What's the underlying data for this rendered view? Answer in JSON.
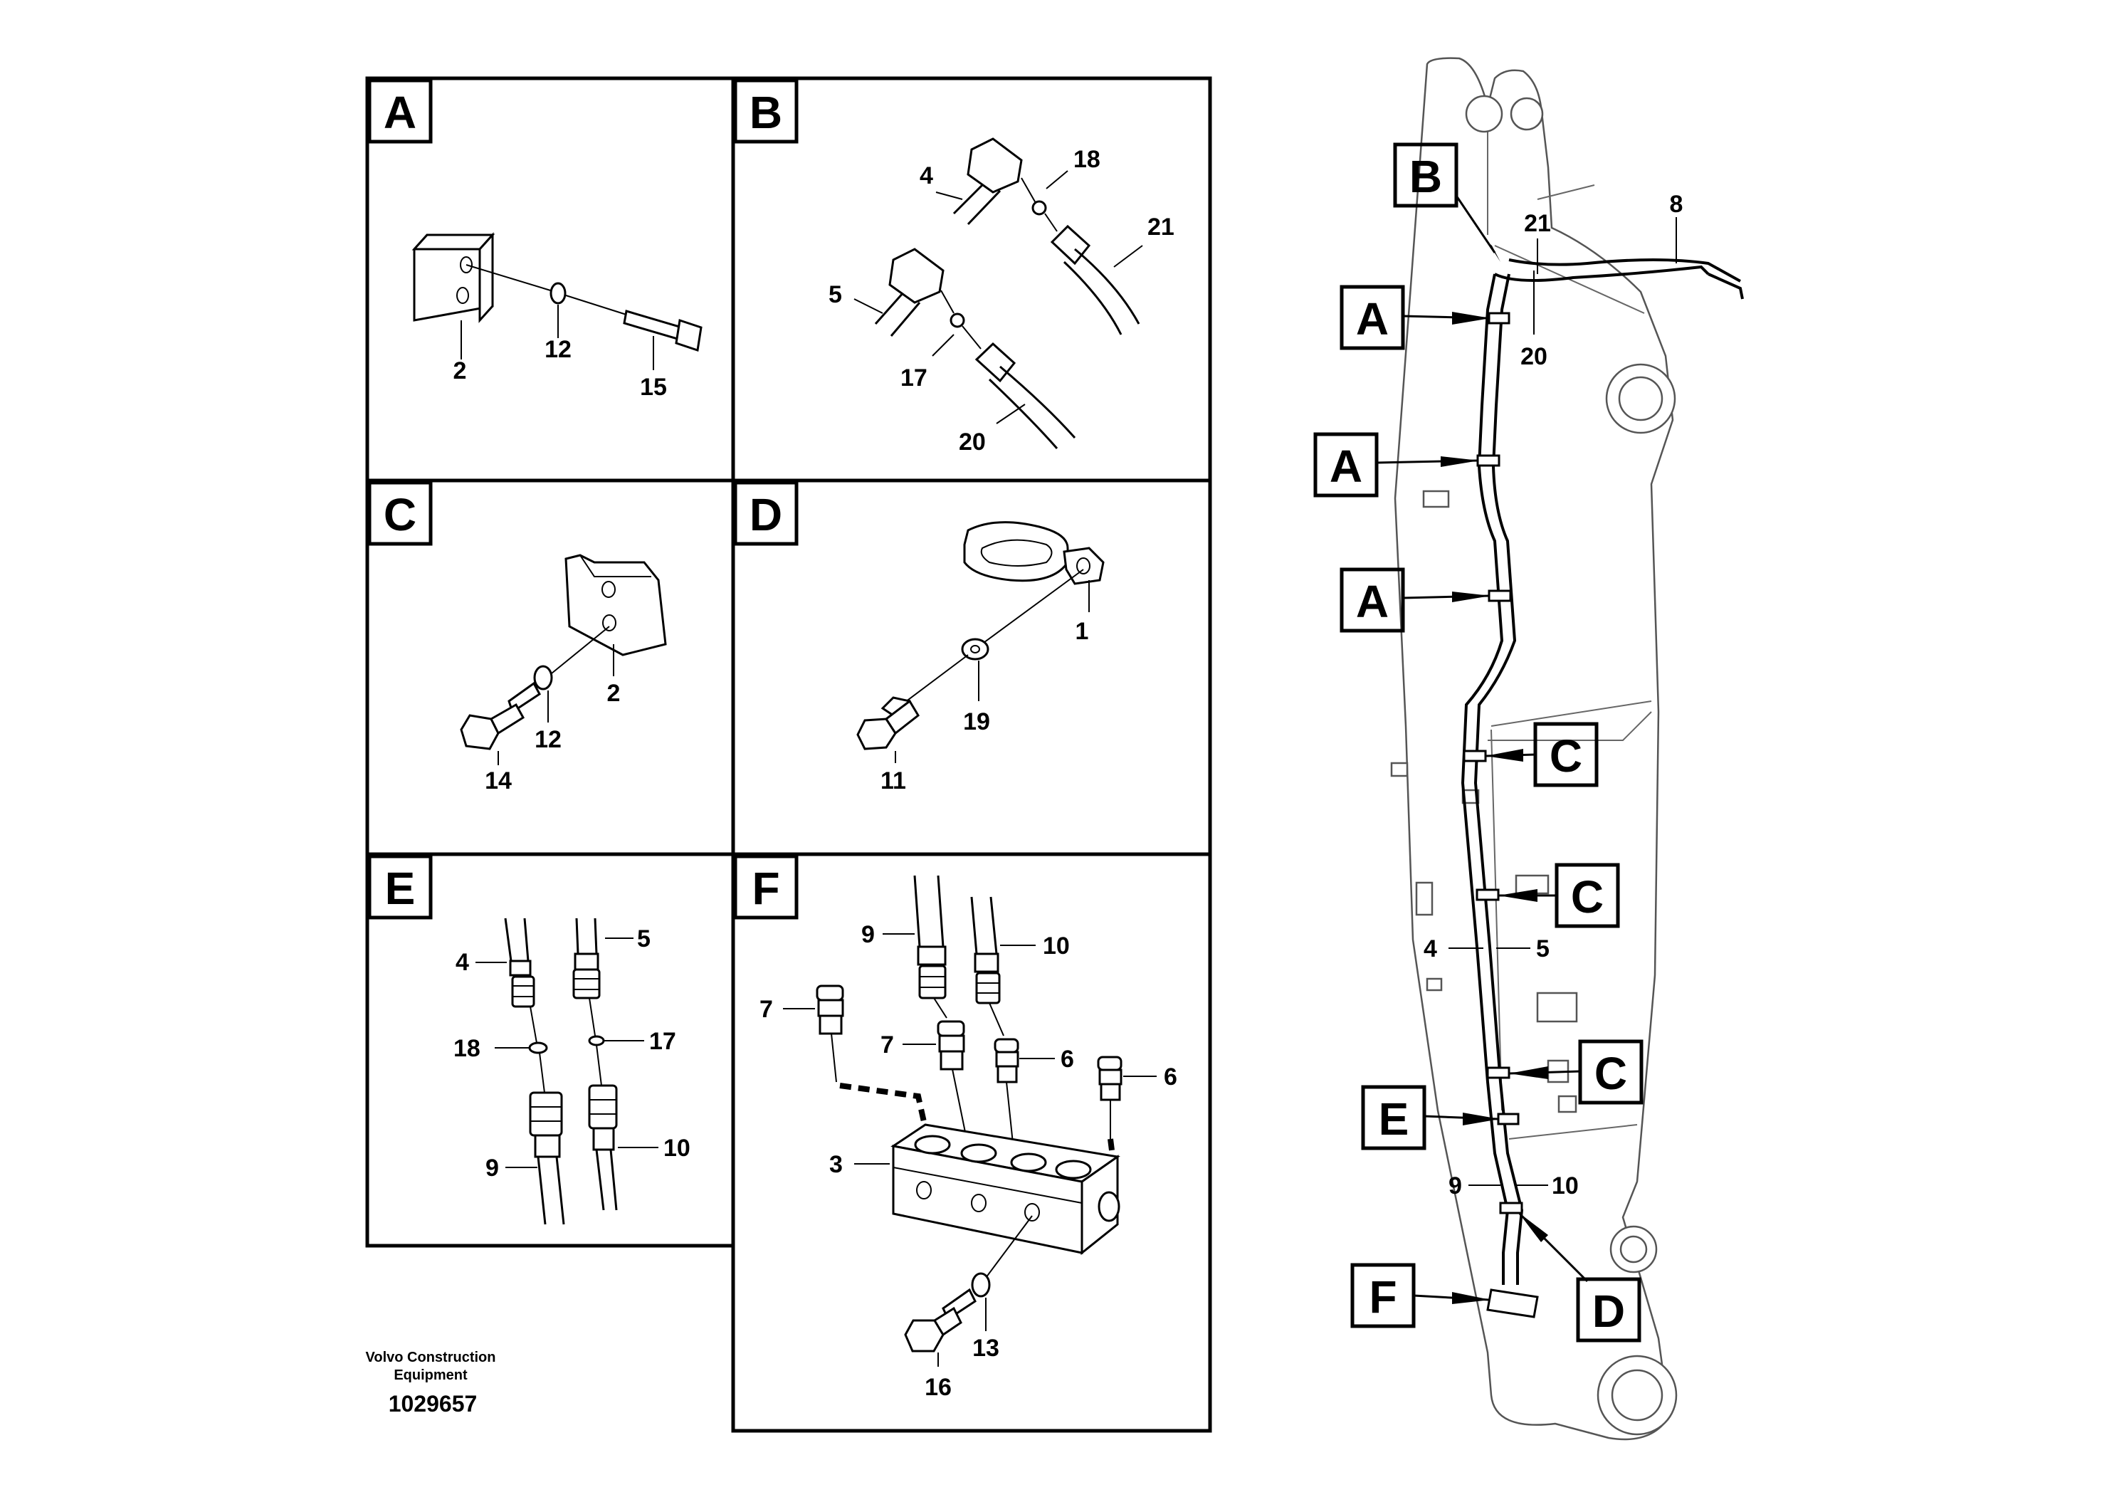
{
  "panels": {
    "A": {
      "letter": "A",
      "labels": {
        "part2": "2",
        "part12": "12",
        "part15": "15"
      }
    },
    "B": {
      "letter": "B",
      "labels": {
        "part4": "4",
        "part18": "18",
        "part21": "21",
        "part5": "5",
        "part17": "17",
        "part20": "20"
      }
    },
    "C": {
      "letter": "C",
      "labels": {
        "part2": "2",
        "part12": "12",
        "part14": "14"
      }
    },
    "D": {
      "letter": "D",
      "labels": {
        "part1": "1",
        "part19": "19",
        "part11": "11"
      }
    },
    "E": {
      "letter": "E",
      "labels": {
        "part4": "4",
        "part5": "5",
        "part18": "18",
        "part17": "17",
        "part9": "9",
        "part10": "10"
      }
    },
    "F": {
      "letter": "F",
      "labels": {
        "part9": "9",
        "part10": "10",
        "part7a": "7",
        "part7b": "7",
        "part6a": "6",
        "part6b": "6",
        "part3": "3",
        "part13": "13",
        "part16": "16"
      }
    }
  },
  "boom": {
    "callouts": {
      "B": "B",
      "A1": "A",
      "A2": "A",
      "A3": "A",
      "C1": "C",
      "C2": "C",
      "C3": "C",
      "E": "E",
      "F": "F",
      "D": "D"
    },
    "labels": {
      "part8": "8",
      "part21": "21",
      "part20": "20",
      "part4": "4",
      "part5": "5",
      "part9": "9",
      "part10": "10"
    }
  },
  "footer": {
    "company_line1": "Volvo Construction",
    "company_line2": "Equipment",
    "drawing_number": "1029657"
  }
}
